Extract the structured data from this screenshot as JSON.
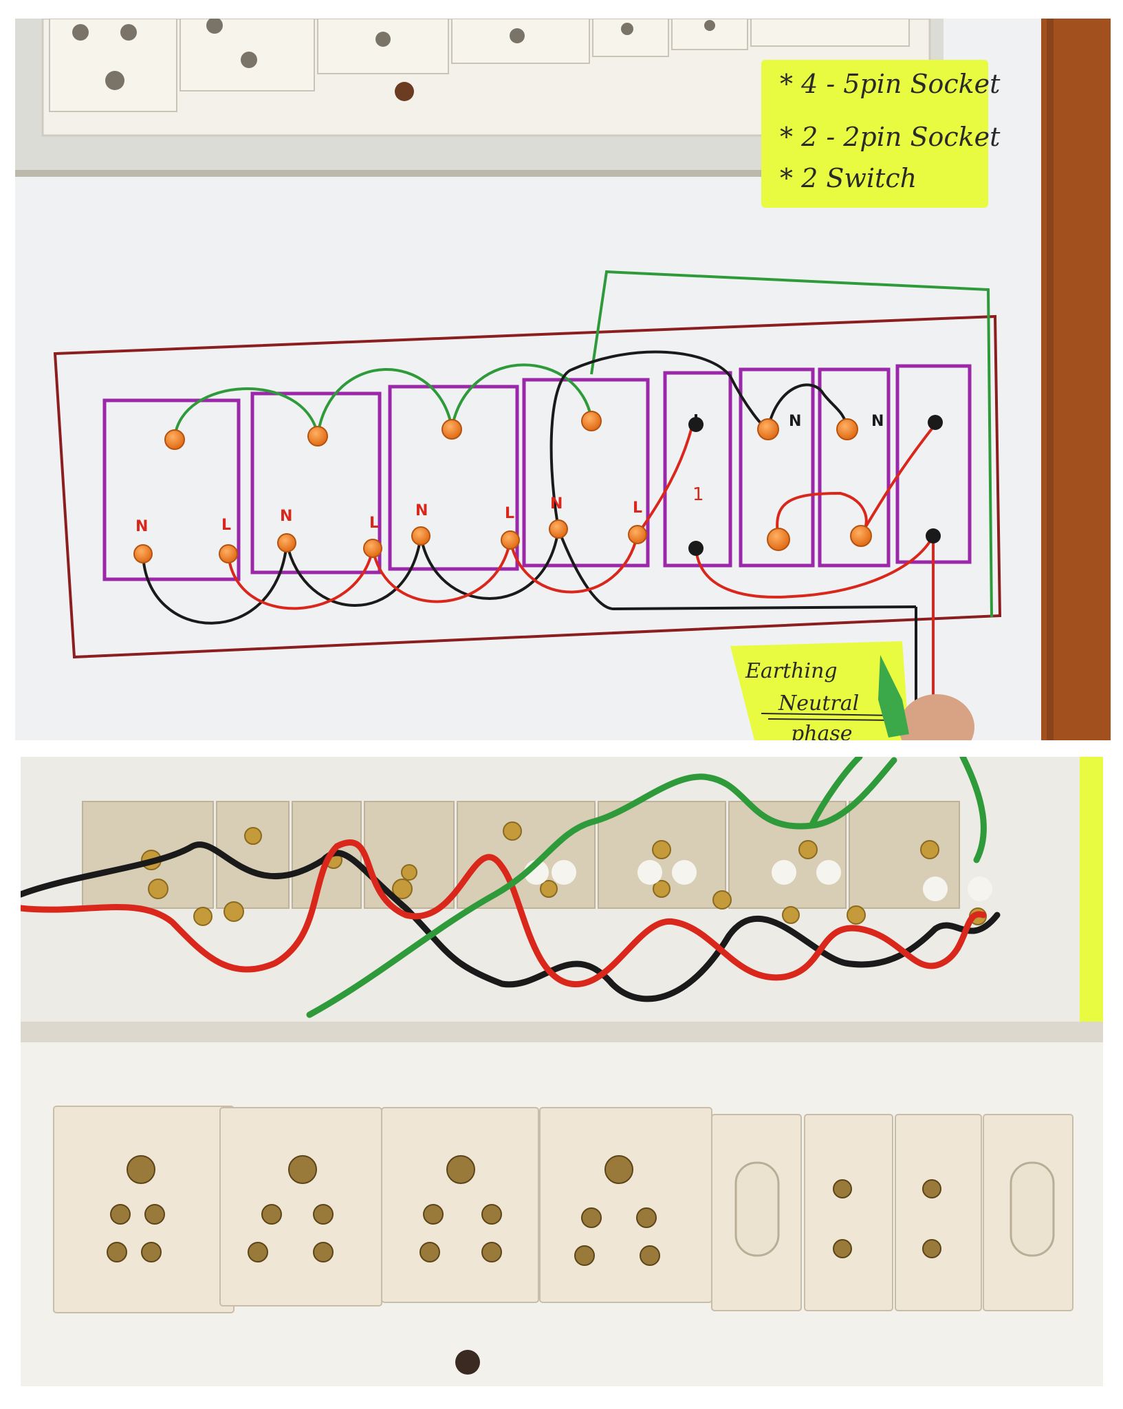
{
  "notes": {
    "line_1": "* 4 - 5pin Socket",
    "line_2": "* 2 - 2pin Socket",
    "line_3": "* 2 Switch"
  },
  "legend": {
    "earthing": "Earthing",
    "neutral": "Neutral",
    "phase": "phase"
  },
  "terminal_labels": {
    "n": "N",
    "l": "L",
    "switch_marker": "1"
  },
  "colors": {
    "board_outline": "#8b1e1e",
    "module_outline": "#9a28a8",
    "earth_wire": "#2e9a3a",
    "neutral_wire": "#1a1a1a",
    "phase_wire": "#d9271c",
    "terminal": "#f07f22",
    "highlighter": "#e8fb40",
    "wood_frame": "#a3501f"
  }
}
